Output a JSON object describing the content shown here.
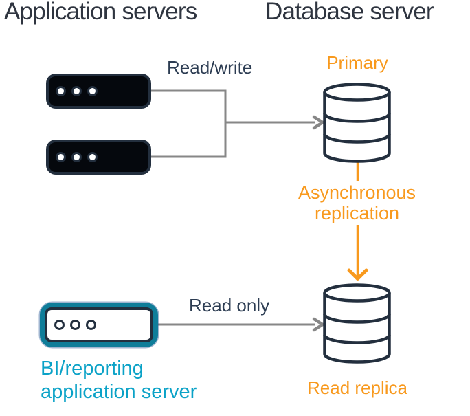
{
  "colors": {
    "dark_stroke": "#232F3E",
    "server_fill": "#05080D",
    "title_text": "#2F3540",
    "label_text": "#2C3C52",
    "orange": "#F8991D",
    "cyan_text": "#0AA2C7",
    "teal_outline": "#0F7D99",
    "connector_gray": "#878787",
    "chip_bg": "#FFFFFF"
  },
  "headers": {
    "applications": "Application servers",
    "database": "Database server"
  },
  "edges": {
    "read_write": {
      "label": "Read/write"
    },
    "async_replication": {
      "line1": "Asynchronous",
      "line2": "replication"
    },
    "read_only": {
      "label": "Read only"
    }
  },
  "nodes": {
    "primary": {
      "label": "Primary"
    },
    "read_replica": {
      "label": "Read replica"
    },
    "bi_server": {
      "line1": "BI/reporting",
      "line2": "application server"
    }
  }
}
